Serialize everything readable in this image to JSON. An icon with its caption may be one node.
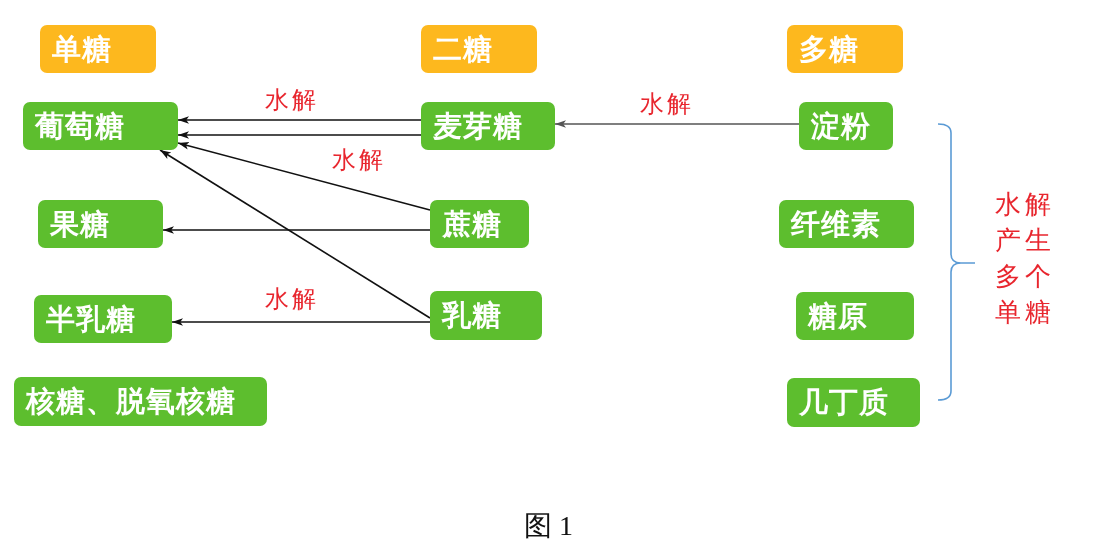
{
  "diagram": {
    "caption": "图 1",
    "nodes": [
      {
        "text": [
          "单糖"
        ]
      },
      {
        "text": [
          "二糖"
        ]
      },
      {
        "text": [
          "多糖"
        ]
      },
      {
        "text": [
          "葡萄糖"
        ]
      },
      {
        "text": [
          "麦芽糖"
        ]
      },
      {
        "text": [
          "淀粉"
        ]
      },
      {
        "text": [
          "果糖"
        ]
      },
      {
        "text": [
          "蔗糖"
        ]
      },
      {
        "text": [
          "纤维素"
        ]
      },
      {
        "text": [
          "半乳糖"
        ]
      },
      {
        "text": [
          "乳糖"
        ]
      },
      {
        "text": [
          "糖原"
        ]
      },
      {
        "text": [
          "核糖、脱氧核糖"
        ]
      },
      {
        "text": [
          "几丁质"
        ]
      }
    ],
    "edges": [
      {
        "from": 4,
        "to": 3,
        "arrow": "to",
        "label": "水解"
      },
      {
        "from": 4,
        "to": 3,
        "arrow": "to"
      },
      {
        "from": 5,
        "to": 4,
        "arrow": "to",
        "label": "水解",
        "color": "#555555"
      },
      {
        "from": 7,
        "to": 3,
        "arrow": "to",
        "label": "水解"
      },
      {
        "from": 7,
        "to": 6,
        "arrow": "to"
      },
      {
        "from": 10,
        "to": 3,
        "arrow": "to"
      },
      {
        "from": 10,
        "to": 9,
        "arrow": "to",
        "label": "水解"
      }
    ],
    "labels": [
      "水解产生多个单糖"
    ]
  }
}
